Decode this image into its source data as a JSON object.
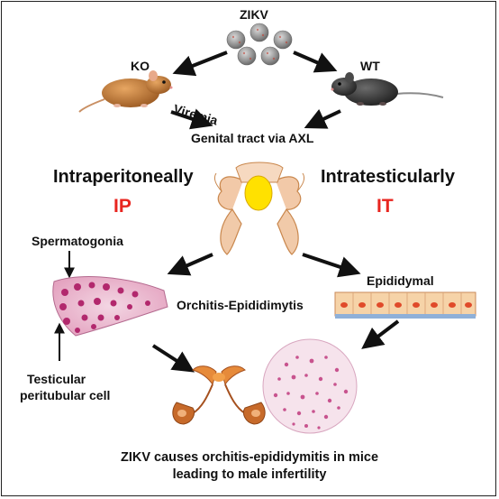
{
  "virus": {
    "label": "ZIKV"
  },
  "mice": {
    "ko_label": "KO",
    "wt_label": "WT"
  },
  "route": {
    "viremia_label": "Viremia",
    "genital_tract_label": "Genital tract via AXL"
  },
  "injection": {
    "ip_title": "Intraperitoneally",
    "ip_abbr": "IP",
    "it_title": "Intratesticularly",
    "it_abbr": "IT"
  },
  "histology": {
    "spermatogonia_label": "Spermatogonia",
    "peritubular_label_line1": "Testicular",
    "peritubular_label_line2": "peritubular cell",
    "epididymal_label": "Epididymal",
    "orchitis_label": "Orchitis-Epididimytis"
  },
  "conclusion": {
    "line1": "ZIKV causes orchitis-epididymitis in mice",
    "line2": "leading to male infertility"
  },
  "colors": {
    "accent_red": "#e8251f",
    "ko_mouse": "#c9823a",
    "wt_mouse": "#3a3a3a",
    "tissue_pink": "#e9a9c6",
    "nucleus": "#b2286d"
  }
}
